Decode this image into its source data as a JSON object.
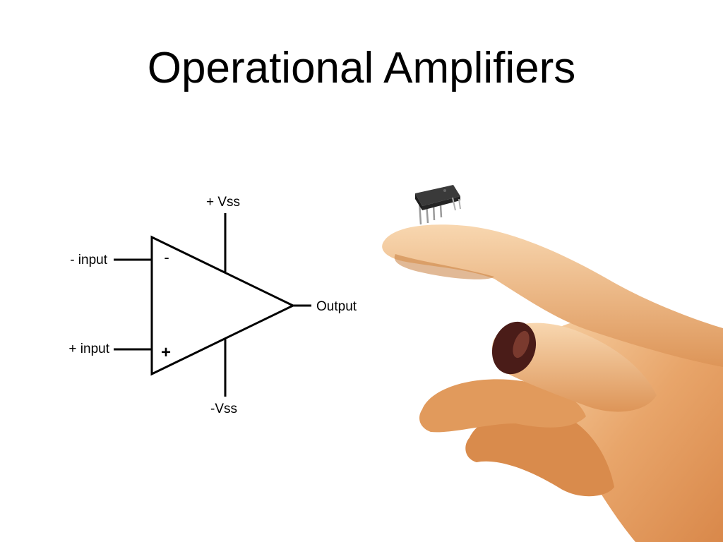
{
  "slide": {
    "title": "Operational Amplifiers"
  },
  "diagram": {
    "labels": {
      "pos_supply": "+ Vss",
      "neg_supply": "-Vss",
      "inverting_input": "- input",
      "noninverting_input": "+ input",
      "output": "Output",
      "inverting_sign": "-",
      "noninverting_sign": "+"
    }
  },
  "colors": {
    "background": "#ffffff",
    "ink": "#000000",
    "skin": "#e9a870",
    "skin_shadow": "#b86a34",
    "chip": "#2b2b2b"
  }
}
